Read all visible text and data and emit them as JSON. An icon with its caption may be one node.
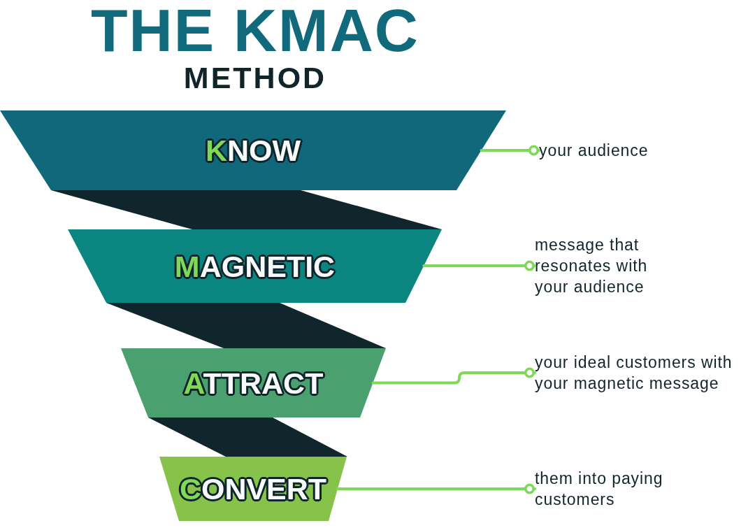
{
  "diagram": {
    "title": "THE KMAC METHOD",
    "nodes": [
      {
        "text": [
          "KNOW"
        ]
      },
      {
        "text": [
          "MAGNETIC"
        ]
      },
      {
        "text": [
          "ATTRACT"
        ]
      },
      {
        "text": [
          "CONVERT"
        ]
      },
      {
        "text": [
          "your audience"
        ]
      },
      {
        "text": [
          "message that resonates with your audience"
        ]
      },
      {
        "text": [
          "your ideal customers with your magnetic message"
        ]
      },
      {
        "text": [
          "them into paying customers"
        ]
      }
    ],
    "edges": [
      {
        "from": 0,
        "to": 4,
        "arrow": "other"
      },
      {
        "from": 1,
        "to": 5,
        "arrow": "other"
      },
      {
        "from": 2,
        "to": 6,
        "arrow": "other"
      },
      {
        "from": 3,
        "to": 7,
        "arrow": "other"
      }
    ]
  }
}
